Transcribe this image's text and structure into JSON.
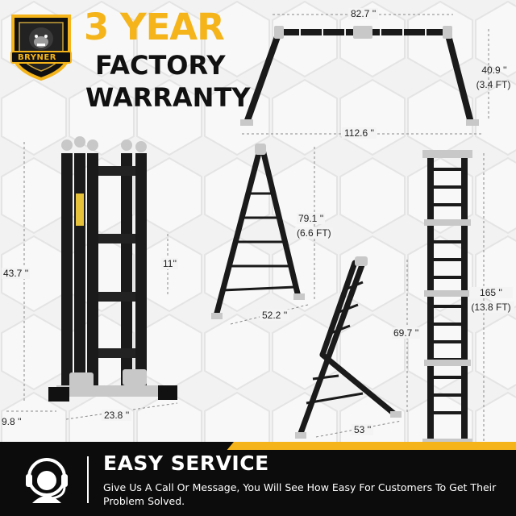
{
  "headline": {
    "years": "3 YEAR",
    "line2": "FACTORY",
    "line3": "WARRANTY"
  },
  "logo": {
    "brand": "BRYNER",
    "icon": "gorilla-crest-icon"
  },
  "dimensions": {
    "top_width": "82.7 ''",
    "top_height": "40.9 ''",
    "top_height_ft": "(3.4 FT)",
    "top_base": "112.6 ''",
    "fold_height": "43.7 ''",
    "fold_rung": "11''",
    "fold_depth": "9.8 ''",
    "fold_width": "23.8 ''",
    "a_height": "79.1 ''",
    "a_height_ft": "(6.6 FT)",
    "a_base": "52.2 ''",
    "step_height": "69.7 ''",
    "step_base": "53 ''",
    "ext_height": "165 ''",
    "ext_height_ft": "(13.8 FT)"
  },
  "footer": {
    "title": "EASY SERVICE",
    "body": "Give Us A Call Or Message, You Will See How Easy For Customers To Get Their Problem Solved.",
    "icon": "headset-support-icon"
  },
  "colors": {
    "accent": "#f4b41a",
    "dark": "#0c0c0c",
    "ladder": "#1a1a1a",
    "hinge": "#c8c8c8"
  }
}
